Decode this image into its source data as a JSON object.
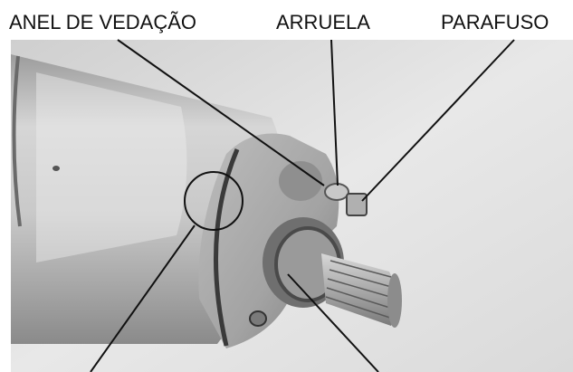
{
  "labels": {
    "seal_ring": "ANEL DE VEDAÇÃO",
    "washer": "ARRUELA",
    "bolt": "PARAFUSO"
  },
  "colors": {
    "ink": "#111111",
    "photo_light": "#e4e4e4",
    "photo_mid": "#bdbdbd",
    "photo_dark": "#6a6a6a"
  }
}
